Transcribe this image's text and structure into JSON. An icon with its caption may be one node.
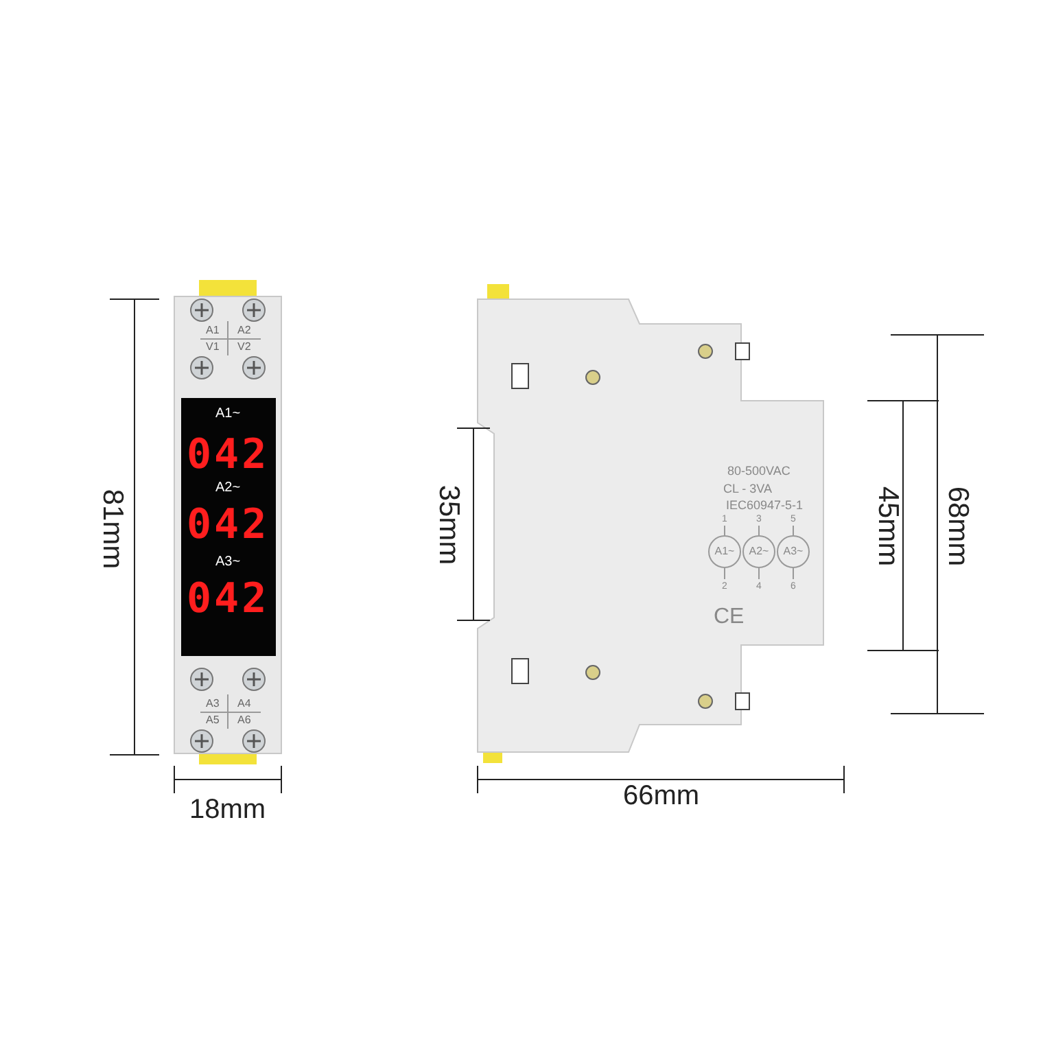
{
  "diagram": {
    "nodes": [
      {
        "text": [
          "1"
        ]
      },
      {
        "text": [
          "A1~"
        ]
      },
      {
        "text": [
          "2"
        ]
      },
      {
        "text": [
          "3"
        ]
      },
      {
        "text": [
          "A2~"
        ]
      },
      {
        "text": [
          "4"
        ]
      },
      {
        "text": [
          "5"
        ]
      },
      {
        "text": [
          "A3~"
        ]
      },
      {
        "text": [
          "6"
        ]
      }
    ],
    "edges": [
      {
        "from": 0,
        "to": 1,
        "arrow": "none"
      },
      {
        "from": 1,
        "to": 2,
        "arrow": "none"
      },
      {
        "from": 3,
        "to": 4,
        "arrow": "none"
      },
      {
        "from": 4,
        "to": 5,
        "arrow": "none"
      },
      {
        "from": 6,
        "to": 7,
        "arrow": "none"
      },
      {
        "from": 7,
        "to": 8,
        "arrow": "none"
      }
    ],
    "labels": [
      "A1",
      "A2",
      "V1",
      "V2",
      "A1~",
      "042",
      "A2~",
      "042",
      "A3~",
      "042",
      "A3",
      "A4",
      "A5",
      "A6",
      "81mm",
      "18mm",
      "80-500VAC",
      "CL - 3VA",
      "IEC60947-5-1",
      "CE",
      "35mm",
      "45mm",
      "68mm",
      "66mm"
    ]
  }
}
